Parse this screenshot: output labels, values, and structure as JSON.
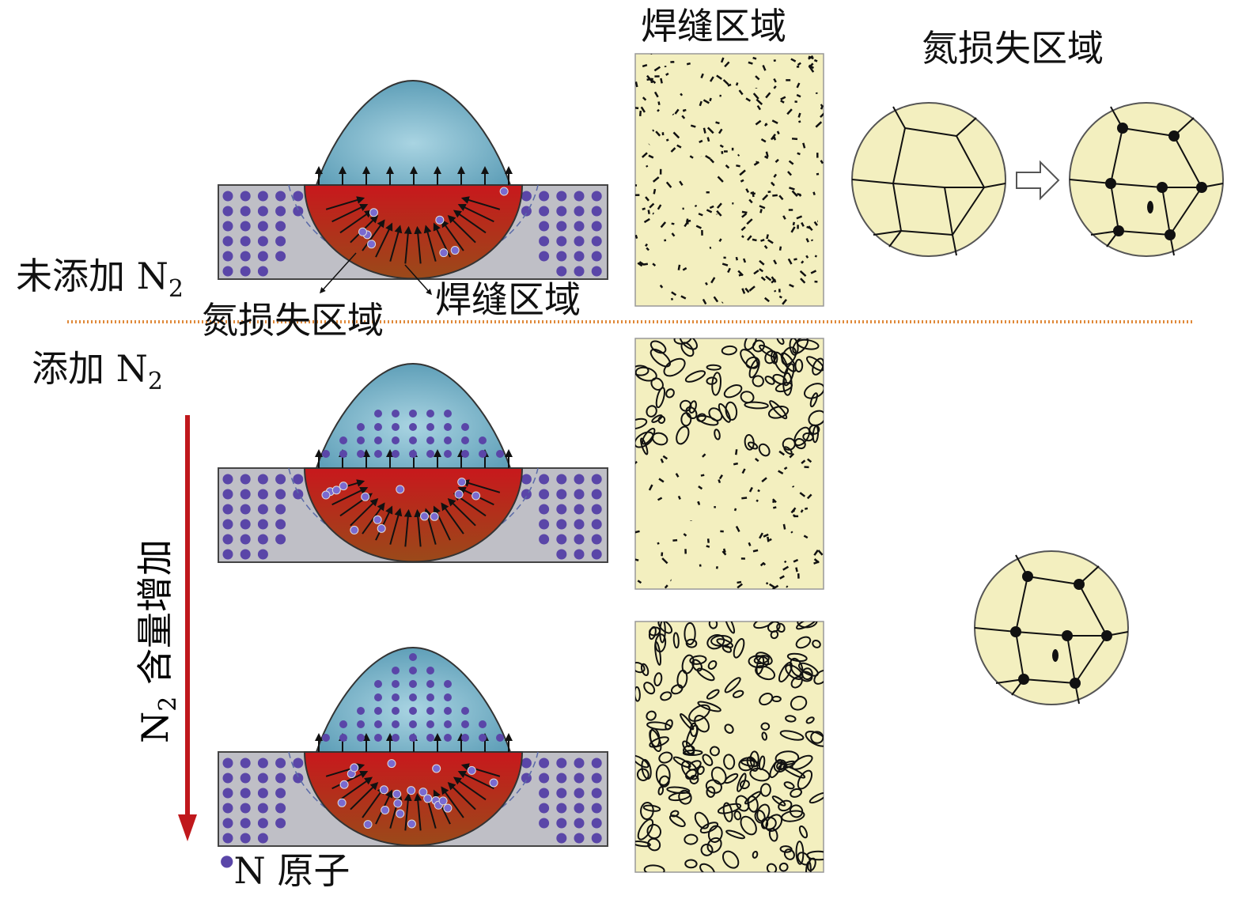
{
  "labels": {
    "weld_zone_title": "焊缝区域",
    "nitrogen_loss_title": "氮损失区域",
    "no_n2_prefix": "未添加 N",
    "no_n2_sub": "2",
    "nitrogen_loss_zone": "氮损失区域",
    "weld_zone": "焊缝区域",
    "add_n2_prefix": "添加 N",
    "add_n2_sub": "2",
    "n2_increase_prefix": "N",
    "n2_increase_sub": "2",
    "n2_increase_suffix": " 含量增加",
    "legend_n_atom": "N 原子"
  },
  "colors": {
    "plate": "#bfbfc6",
    "atom": "#5a46a8",
    "dome": "#8ec3d6",
    "pool_top": "#c8181c",
    "pool_bottom": "#9a4a1a",
    "micro_bg": "#f3efbf",
    "divider": "#e08a3a",
    "arrow_red": "#c0181c"
  },
  "panels": [
    {
      "name": "no-n2",
      "dome_atom_rows": 0
    },
    {
      "name": "n2-medium",
      "dome_atom_rows": 4
    },
    {
      "name": "n2-high",
      "dome_atom_rows": 7
    }
  ]
}
